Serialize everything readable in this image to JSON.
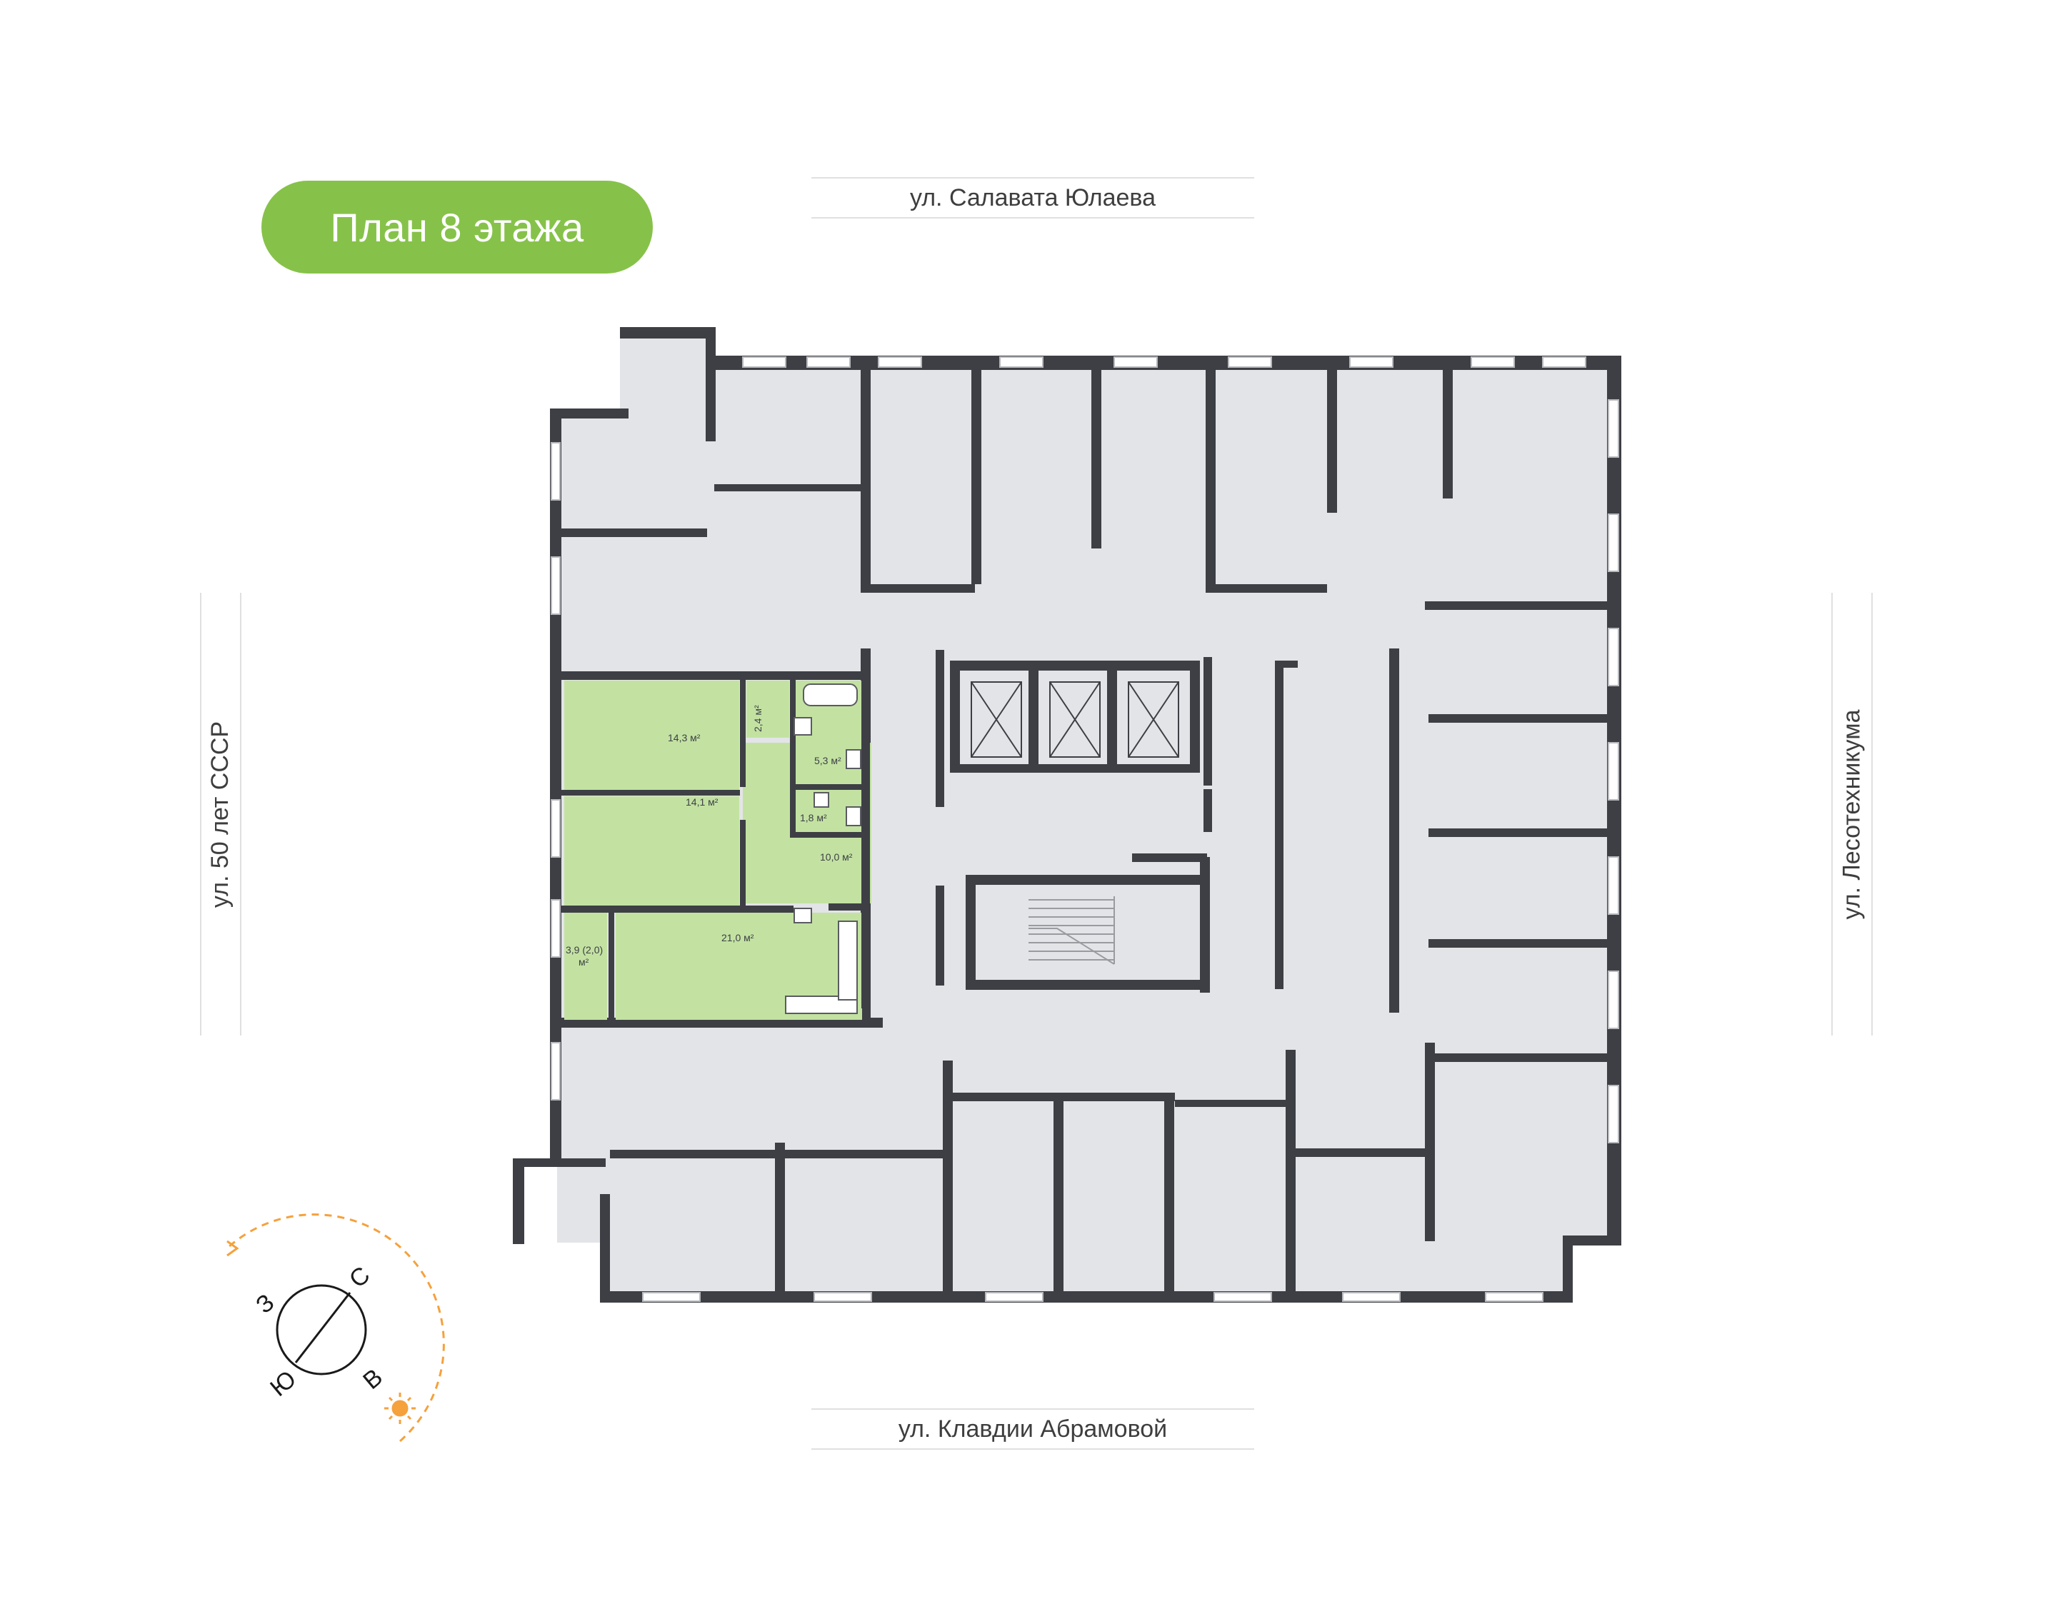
{
  "title": "План 8 этажа",
  "streets": {
    "top": "ул. Салавата Юлаева",
    "bottom": "ул. Клавдии Абрамовой",
    "left": "ул. 50 лет СССР",
    "right": "ул. Лесотехникума"
  },
  "apartment": {
    "highlight_color": "#c3e2a2",
    "rooms": [
      {
        "id": "bedroom-1",
        "area": "14,3 м²"
      },
      {
        "id": "storage",
        "area": "2,4 м²"
      },
      {
        "id": "bathroom",
        "area": "5,3 м²"
      },
      {
        "id": "bedroom-2",
        "area": "14,1 м²"
      },
      {
        "id": "wc",
        "area": "1,8 м²"
      },
      {
        "id": "hall",
        "area": "10,0 м²"
      },
      {
        "id": "balcony",
        "area": "3,9 (2,0)",
        "unit": "м²"
      },
      {
        "id": "living-kitchen",
        "area": "21,0 м²"
      }
    ]
  },
  "compass": {
    "north": "С",
    "south": "Ю",
    "east": "В",
    "west": "З",
    "accent": "#f5a13c"
  },
  "colors": {
    "walls": "#3d3f45",
    "rooms": "#e3e4e7",
    "title_pill": "#86c249"
  }
}
